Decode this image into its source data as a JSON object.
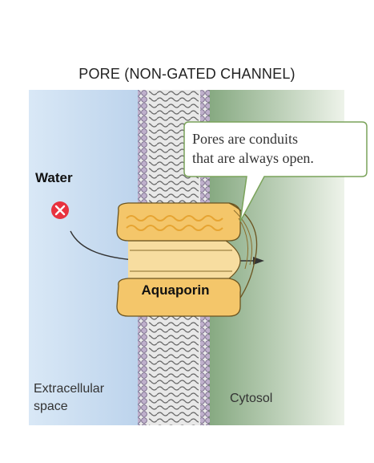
{
  "title": "PORE (NON-GATED CHANNEL)",
  "water_label": "Water",
  "callout": {
    "line1": "Pores are conduits",
    "line2": "that are always open."
  },
  "protein_label": "Aquaporin",
  "extracellular_label": {
    "line1": "Extracellular",
    "line2": "space"
  },
  "cytosol_label": "Cytosol",
  "colors": {
    "extracellular": "#cfe0f2",
    "cytosol": "#a6c19c",
    "protein": "#f6c96a",
    "protein_outline": "#6b5420",
    "lipid_head": "#b8a6c7",
    "water_marker": "#e8323f"
  }
}
